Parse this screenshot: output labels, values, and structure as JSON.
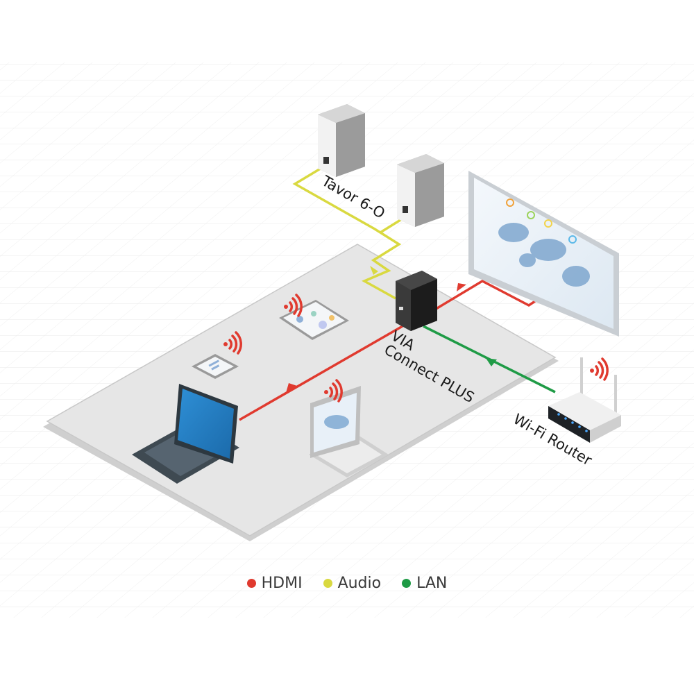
{
  "labels": {
    "speakers": "Tavor 6-O",
    "hub": "VIA",
    "hub_line2": "Connect PLUS",
    "router": "Wi-Fi Router"
  },
  "legend": [
    {
      "label": "HDMI",
      "color": "#e03a2f"
    },
    {
      "label": "Audio",
      "color": "#d9d940"
    },
    {
      "label": "LAN",
      "color": "#1f9b46"
    }
  ],
  "colors": {
    "hdmi": "#e03a2f",
    "audio": "#d9d940",
    "lan": "#1f9b46",
    "table": "#e4e4e4",
    "wifi": "#e03a2f"
  },
  "icons": [
    "speaker-icon",
    "display-icon",
    "via-connect-plus-box-icon",
    "tablet-icon",
    "phone-icon",
    "laptop-icon",
    "wifi-router-icon",
    "wifi-signal-icon"
  ]
}
